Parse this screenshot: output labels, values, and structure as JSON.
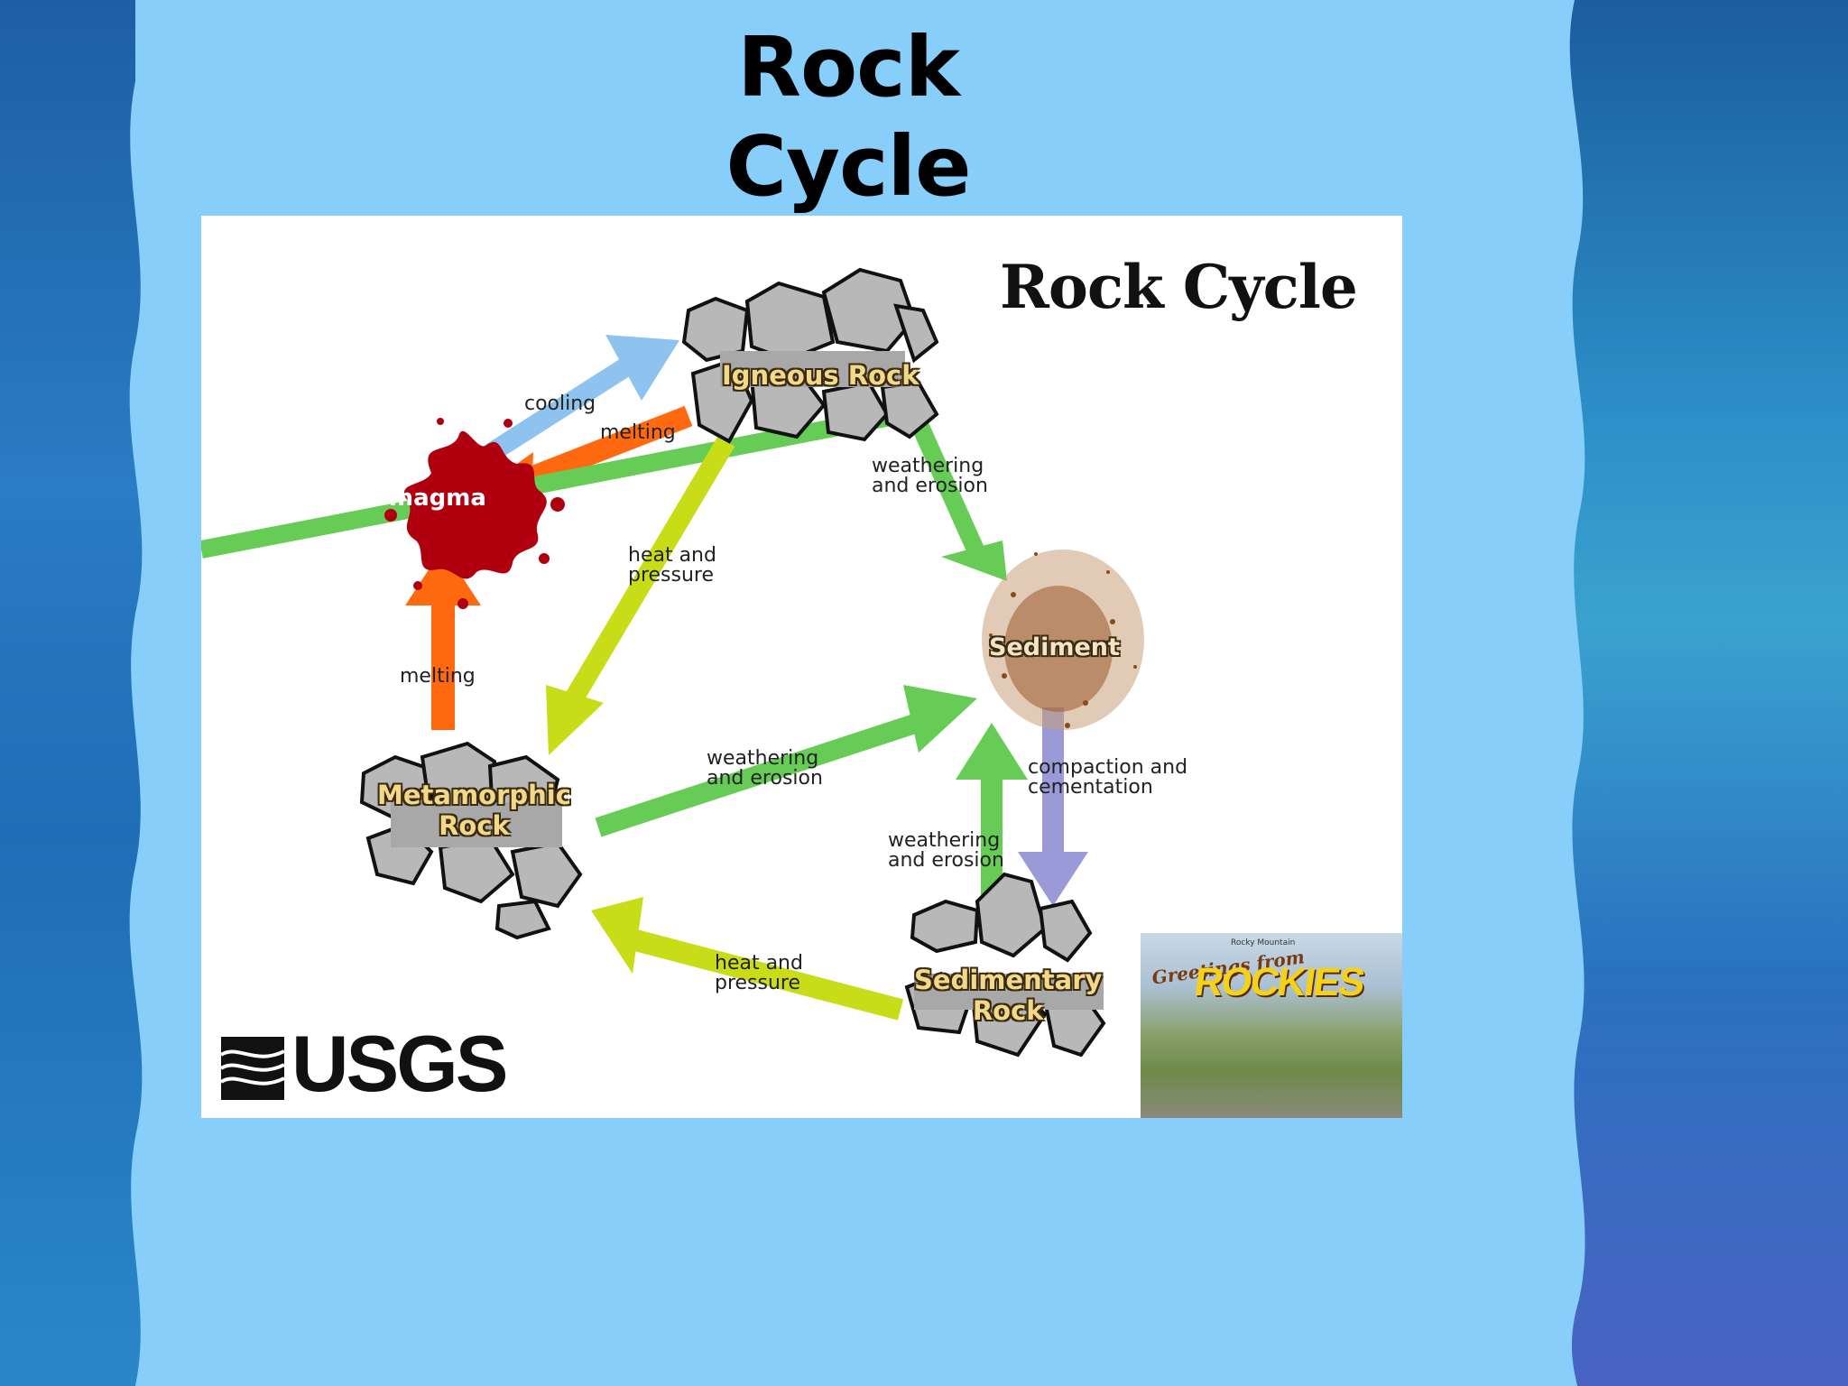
{
  "slide": {
    "title": "Rock Cycle"
  },
  "diagram": {
    "title": "Rock Cycle",
    "nodes": {
      "igneous": "Igneous Rock",
      "magma": "magma",
      "sediment": "Sediment",
      "metamorphic": "Metamorphic\nRock",
      "sedimentary": "Sedimentary\nRock"
    },
    "edges": {
      "cooling": "cooling",
      "melting_top": "melting",
      "weathering_igneous": "weathering\nand erosion",
      "heat_pressure_igneous": "heat and\npressure",
      "melting_left": "melting",
      "weathering_metamorphic": "weathering\nand erosion",
      "compaction": "compaction and\ncementation",
      "weathering_sedimentary": "weathering\nand erosion",
      "heat_pressure_sedimentary": "heat and\npressure"
    },
    "logo": "USGS",
    "postcard": {
      "small": "Rocky Mountain",
      "greeting": "Greetings from",
      "main": "ROCKIES"
    },
    "colors": {
      "cooling": "#8ec3f0",
      "melting": "#ff6a10",
      "weathering": "#66cc55",
      "heat": "#c8dc18",
      "compaction": "#9a9ad8",
      "magma": "#b00010"
    }
  }
}
